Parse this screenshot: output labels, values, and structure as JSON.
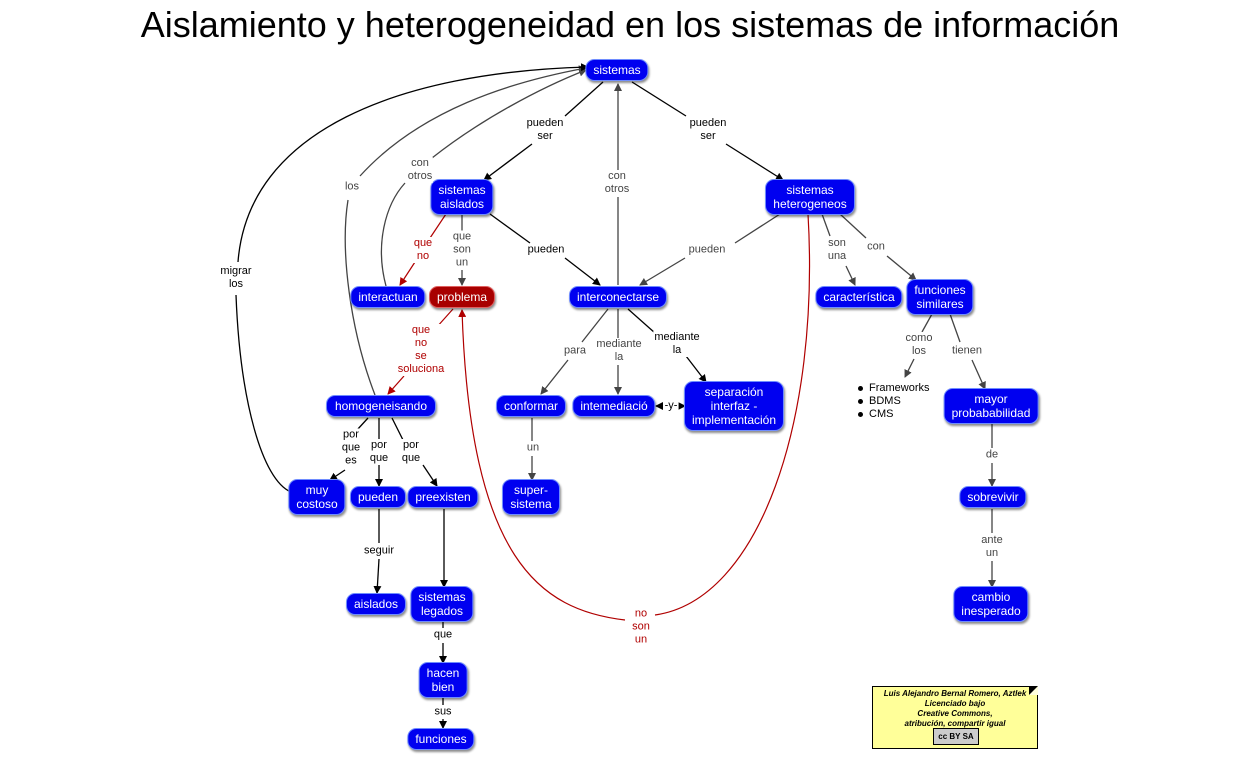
{
  "title": "Aislamiento y heterogeneidad en los sistemas de información",
  "colors": {
    "node_fill": "#0000f0",
    "node_red_fill": "#a80000",
    "label_red": "#b00000",
    "note_fill": "#ffff99"
  },
  "nodes": [
    {
      "id": "sistemas",
      "text": "sistemas",
      "color": "blue"
    },
    {
      "id": "aislados_top",
      "text": "sistemas\naislados",
      "color": "blue"
    },
    {
      "id": "heterogeneos",
      "text": "sistemas\nheterogeneos",
      "color": "blue"
    },
    {
      "id": "interactuan",
      "text": "interactuan",
      "color": "blue"
    },
    {
      "id": "problema",
      "text": "problema",
      "color": "red"
    },
    {
      "id": "interconectarse",
      "text": "interconectarse",
      "color": "blue"
    },
    {
      "id": "caracteristica",
      "text": "característica",
      "color": "blue"
    },
    {
      "id": "funciones_similares",
      "text": "funciones\nsimilares",
      "color": "blue"
    },
    {
      "id": "homogeneisando",
      "text": "homogeneisando",
      "color": "blue"
    },
    {
      "id": "conformar",
      "text": "conformar",
      "color": "blue"
    },
    {
      "id": "intermediacio",
      "text": "intemediació",
      "color": "blue"
    },
    {
      "id": "separacion",
      "text": "separación\ninterfaz -\nimplementación",
      "color": "blue"
    },
    {
      "id": "mayor_prob",
      "text": "mayor\nprobababilidad",
      "color": "blue"
    },
    {
      "id": "muy_costoso",
      "text": "muy\ncostoso",
      "color": "blue"
    },
    {
      "id": "pueden",
      "text": "pueden",
      "color": "blue"
    },
    {
      "id": "preexisten",
      "text": "preexisten",
      "color": "blue"
    },
    {
      "id": "super_sistema",
      "text": "super-\nsistema",
      "color": "blue"
    },
    {
      "id": "sobrevivir",
      "text": "sobrevivir",
      "color": "blue"
    },
    {
      "id": "aislados",
      "text": "aislados",
      "color": "blue"
    },
    {
      "id": "legados",
      "text": "sistemas\nlegados",
      "color": "blue"
    },
    {
      "id": "cambio",
      "text": "cambio\ninesperado",
      "color": "blue"
    },
    {
      "id": "hacen_bien",
      "text": "hacen\nbien",
      "color": "blue"
    },
    {
      "id": "funciones",
      "text": "funciones",
      "color": "blue"
    }
  ],
  "links": [
    {
      "id": "l_pueden_ser_1",
      "text": "pueden\nser",
      "color": "black"
    },
    {
      "id": "l_pueden_ser_2",
      "text": "pueden\nser",
      "color": "black"
    },
    {
      "id": "l_con_otros_1",
      "text": "con\notros",
      "color": "gray"
    },
    {
      "id": "l_con_otros_2",
      "text": "con\notros",
      "color": "gray"
    },
    {
      "id": "l_los",
      "text": "los",
      "color": "gray"
    },
    {
      "id": "l_migrar_los",
      "text": "migrar\nlos",
      "color": "black"
    },
    {
      "id": "l_que_no",
      "text": "que\nno",
      "color": "red"
    },
    {
      "id": "l_que_son_un",
      "text": "que\nson\nun",
      "color": "gray"
    },
    {
      "id": "l_pueden_a",
      "text": "pueden",
      "color": "black"
    },
    {
      "id": "l_pueden_b",
      "text": "pueden",
      "color": "gray"
    },
    {
      "id": "l_son_una",
      "text": "son\nuna",
      "color": "gray"
    },
    {
      "id": "l_con",
      "text": "con",
      "color": "gray"
    },
    {
      "id": "l_que_no_se_soluciona",
      "text": "que\nno\nse\nsoluciona",
      "color": "red"
    },
    {
      "id": "l_para",
      "text": "para",
      "color": "gray"
    },
    {
      "id": "l_mediante_la_1",
      "text": "mediante\nla",
      "color": "gray"
    },
    {
      "id": "l_mediante_la_2",
      "text": "mediante\nla",
      "color": "black"
    },
    {
      "id": "l_como_los",
      "text": "como\nlos",
      "color": "gray"
    },
    {
      "id": "l_tienen",
      "text": "tienen",
      "color": "gray"
    },
    {
      "id": "l_y",
      "text": "-y-",
      "color": "black"
    },
    {
      "id": "l_por_que_es",
      "text": "por\nque\nes",
      "color": "black"
    },
    {
      "id": "l_por_que_1",
      "text": "por\nque",
      "color": "black"
    },
    {
      "id": "l_por_que_2",
      "text": "por\nque",
      "color": "black"
    },
    {
      "id": "l_un",
      "text": "un",
      "color": "gray"
    },
    {
      "id": "l_de",
      "text": "de",
      "color": "gray"
    },
    {
      "id": "l_seguir",
      "text": "seguir",
      "color": "black"
    },
    {
      "id": "l_ante_un",
      "text": "ante\nun",
      "color": "gray"
    },
    {
      "id": "l_que",
      "text": "que",
      "color": "black"
    },
    {
      "id": "l_sus",
      "text": "sus",
      "color": "black"
    },
    {
      "id": "l_no_son_un",
      "text": "no\nson\nun",
      "color": "red"
    }
  ],
  "bullets": [
    "Frameworks",
    "BDMS",
    "CMS"
  ],
  "credit": {
    "lines": [
      "Luis Alejandro Bernal Romero, Aztlek",
      "Licenciado bajo",
      "Creative Commons,",
      "atribución, compartir igual"
    ],
    "badge": "cc BY SA"
  }
}
